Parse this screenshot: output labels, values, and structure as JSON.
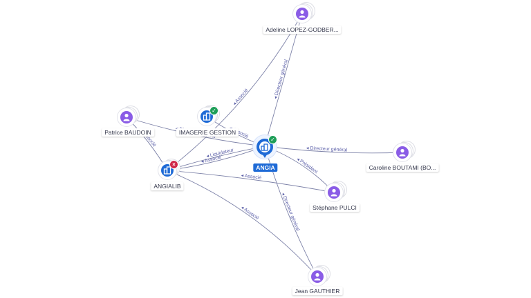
{
  "center": {
    "name": "ANGIA",
    "icon": "building-icon",
    "status": "active",
    "color": "#1e6ad6"
  },
  "nodes": [
    {
      "id": "adeline",
      "type": "person",
      "name": "Adeline LOPEZ-GODBER..."
    },
    {
      "id": "patrice",
      "type": "person",
      "name": "Patrice BAUDOIN"
    },
    {
      "id": "imagerie",
      "type": "company",
      "name": "IMAGERIE GESTION",
      "status": "active"
    },
    {
      "id": "angialib",
      "type": "company",
      "name": "ANGIALIB",
      "status": "closed"
    },
    {
      "id": "caroline",
      "type": "person",
      "name": "Caroline BOUTAMI (BO..."
    },
    {
      "id": "stephane",
      "type": "person",
      "name": "Stéphane PULCI"
    },
    {
      "id": "jean",
      "type": "person",
      "name": "Jean GAUTHIER"
    }
  ],
  "edges": [
    {
      "from": "adeline",
      "to": "center",
      "role": "Directeur général"
    },
    {
      "from": "adeline",
      "to": "angialib",
      "role": "Associé"
    },
    {
      "from": "patrice",
      "to": "center",
      "role": "Directeur général"
    },
    {
      "from": "patrice",
      "to": "angialib",
      "role": "Associé"
    },
    {
      "from": "imagerie",
      "to": "center",
      "role": "Associé"
    },
    {
      "from": "angialib",
      "to": "center",
      "role": "Liquidateur"
    },
    {
      "from": "angialib",
      "to": "center",
      "role": "Associé"
    },
    {
      "from": "caroline",
      "to": "center",
      "role": "Directeur général"
    },
    {
      "from": "stephane",
      "to": "center",
      "role": "Président"
    },
    {
      "from": "stephane",
      "to": "angialib",
      "role": "Associé"
    },
    {
      "from": "jean",
      "to": "center",
      "role": "Directeur général"
    },
    {
      "from": "jean",
      "to": "angialib",
      "role": "Associé"
    }
  ],
  "colors": {
    "person": "#8a5ce6",
    "company": "#1e6ad6",
    "edge": "#7d82a8",
    "edge_label": "#5b5fa8",
    "active": "#1e9e58",
    "closed": "#d0294a"
  }
}
